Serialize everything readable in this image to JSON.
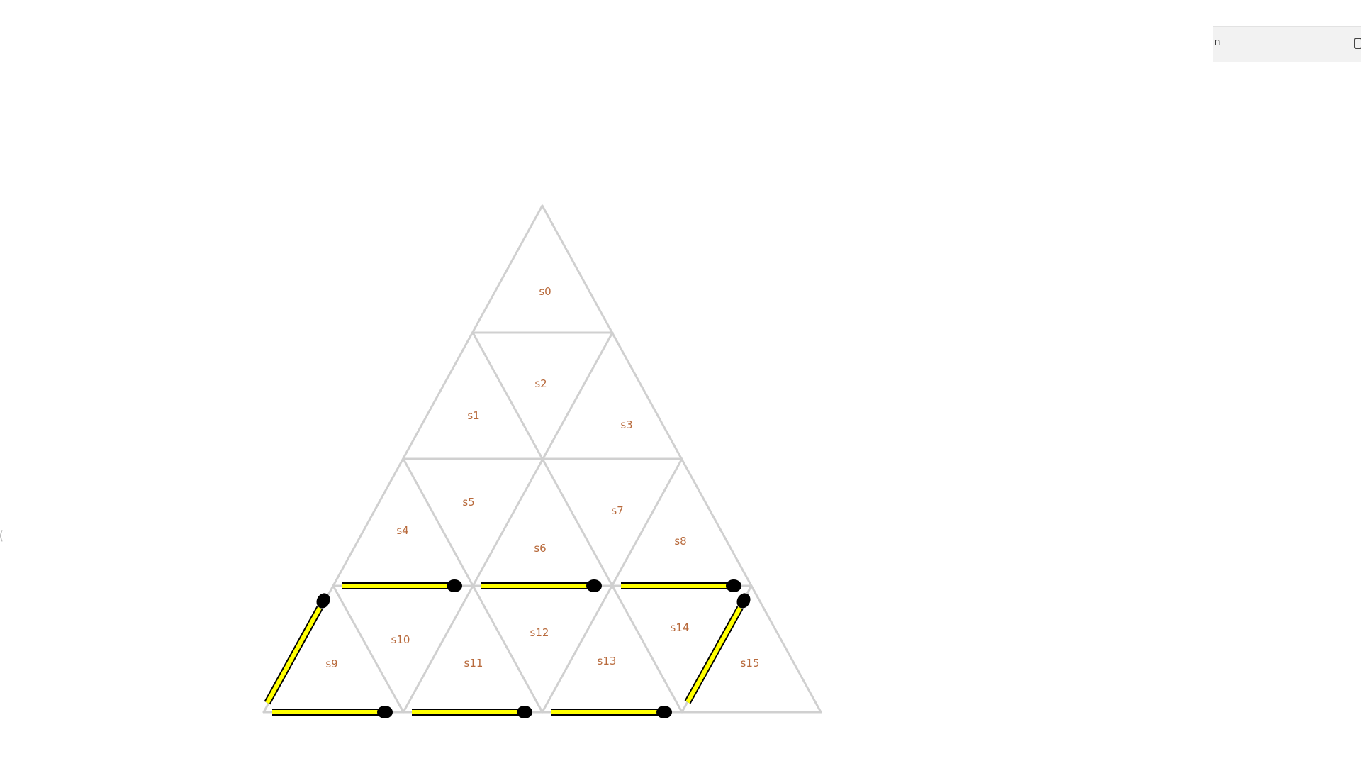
{
  "diagram": {
    "cells": [
      {
        "id": "s0",
        "label": "s0"
      },
      {
        "id": "s1",
        "label": "s1"
      },
      {
        "id": "s2",
        "label": "s2"
      },
      {
        "id": "s3",
        "label": "s3"
      },
      {
        "id": "s4",
        "label": "s4"
      },
      {
        "id": "s5",
        "label": "s5"
      },
      {
        "id": "s6",
        "label": "s6"
      },
      {
        "id": "s7",
        "label": "s7"
      },
      {
        "id": "s8",
        "label": "s8"
      },
      {
        "id": "s9",
        "label": "s9"
      },
      {
        "id": "s10",
        "label": "s10"
      },
      {
        "id": "s11",
        "label": "s11"
      },
      {
        "id": "s12",
        "label": "s12"
      },
      {
        "id": "s13",
        "label": "s13"
      },
      {
        "id": "s14",
        "label": "s14"
      },
      {
        "id": "s15",
        "label": "s15"
      }
    ],
    "matchstick_count": 8,
    "colors": {
      "grid_line": "#d0d0d0",
      "matchstick_body": "#ffff00",
      "matchstick_head": "#000000",
      "label": "#b86a3c"
    }
  },
  "top_bar": {
    "text": "n"
  }
}
